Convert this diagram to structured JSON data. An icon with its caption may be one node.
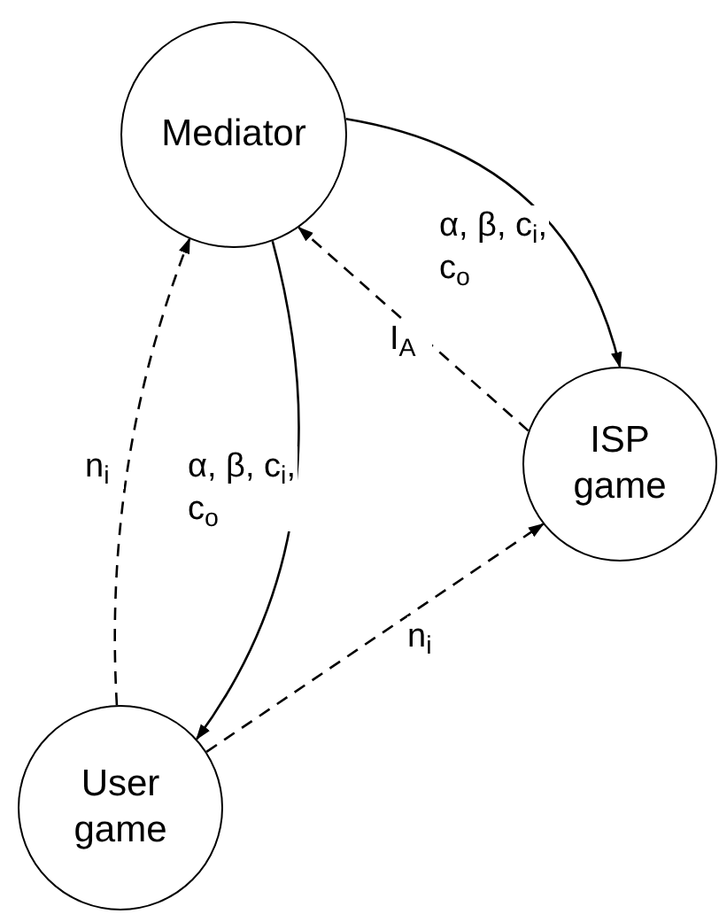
{
  "diagram": {
    "nodes": [
      {
        "text": [
          "Mediator"
        ]
      },
      {
        "text": [
          "ISP game"
        ]
      },
      {
        "text": [
          "User game"
        ]
      }
    ],
    "edges": [
      {
        "from": 0,
        "to": 1,
        "arrow": "to",
        "label": "α, β, c$_{i}$, c$_{o}$"
      },
      {
        "from": 1,
        "to": 0,
        "arrow": "to",
        "label": "I$_{A}$",
        "style": "dashed"
      },
      {
        "from": 0,
        "to": 2,
        "arrow": "to",
        "label": "α, β, c$_{i}$, c$_{o}$"
      },
      {
        "from": 2,
        "to": 0,
        "arrow": "to",
        "label": "n$_{i}$",
        "style": "dashed"
      },
      {
        "from": 2,
        "to": 1,
        "arrow": "to",
        "label": "n$_{i}$",
        "style": "dashed"
      }
    ]
  }
}
